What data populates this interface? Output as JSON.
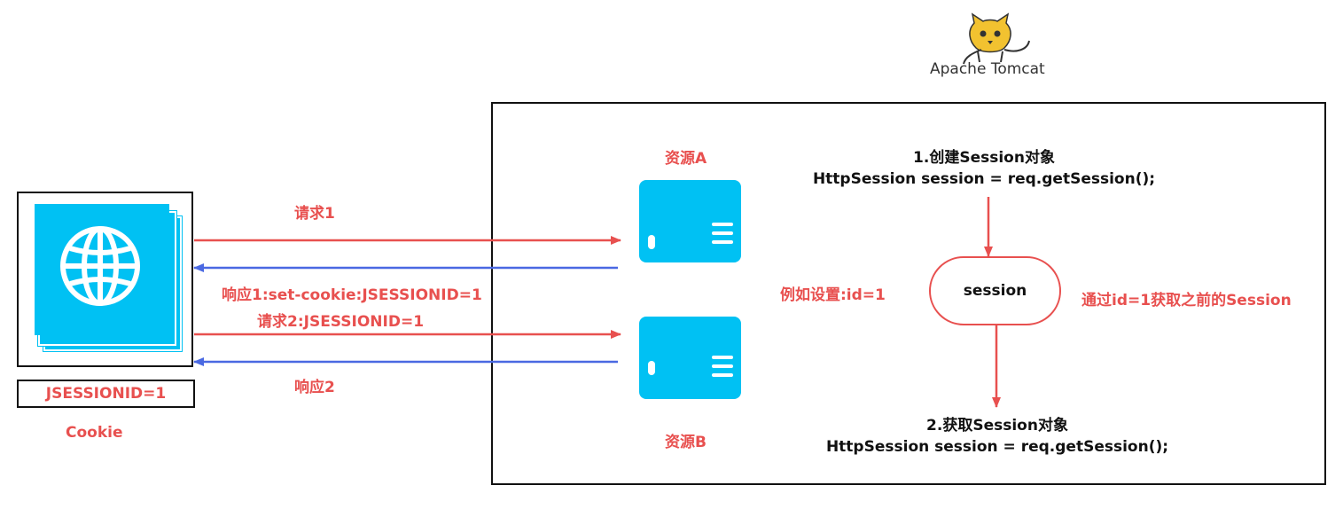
{
  "logo": {
    "text": "Apache Tomcat"
  },
  "browser": {
    "cookie_value": "JSESSIONID=1",
    "caption": "Cookie"
  },
  "arrows": {
    "request1": "请求1",
    "response1": "响应1:set-cookie:JSESSIONID=1",
    "request2": "请求2:JSESSIONID=1",
    "response2": "响应2"
  },
  "server": {
    "resource_a": "资源A",
    "resource_b": "资源B",
    "set_id_note": "例如设置:id=1",
    "session_label": "session",
    "lookup_note": "通过id=1获取之前的Session",
    "step1_title": "1.创建Session对象",
    "step1_code": "HttpSession session = req.getSession();",
    "step2_title": "2.获取Session对象",
    "step2_code": "HttpSession session = req.getSession();"
  },
  "colors": {
    "accent_red": "#e8504f",
    "accent_blue": "#4a69e2",
    "resource_blue": "#00c1f3"
  }
}
